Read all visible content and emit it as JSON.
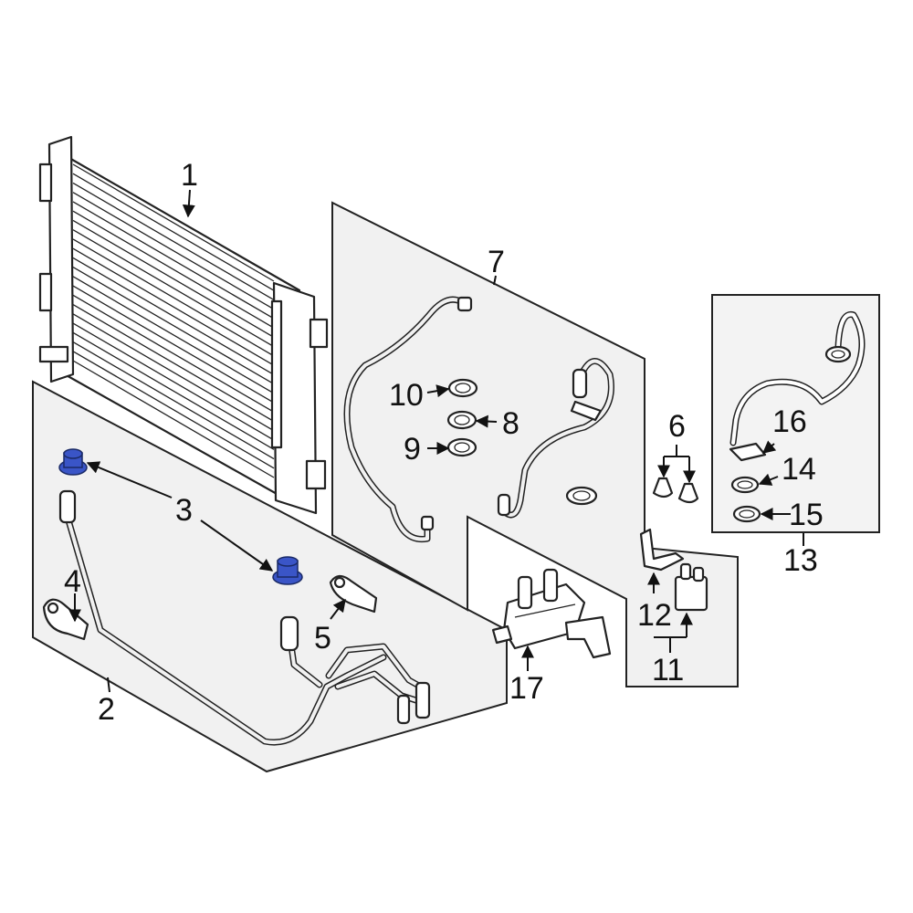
{
  "colors": {
    "highlight": "#3a55c7",
    "line": "#111111",
    "panel": "#f1f1f1"
  },
  "callouts": {
    "c1": "1",
    "c2": "2",
    "c3": "3",
    "c4": "4",
    "c5": "5",
    "c6": "6",
    "c7": "7",
    "c8": "8",
    "c9": "9",
    "c10": "10",
    "c11": "11",
    "c12": "12",
    "c13": "13",
    "c14": "14",
    "c15": "15",
    "c16": "16",
    "c17": "17"
  }
}
